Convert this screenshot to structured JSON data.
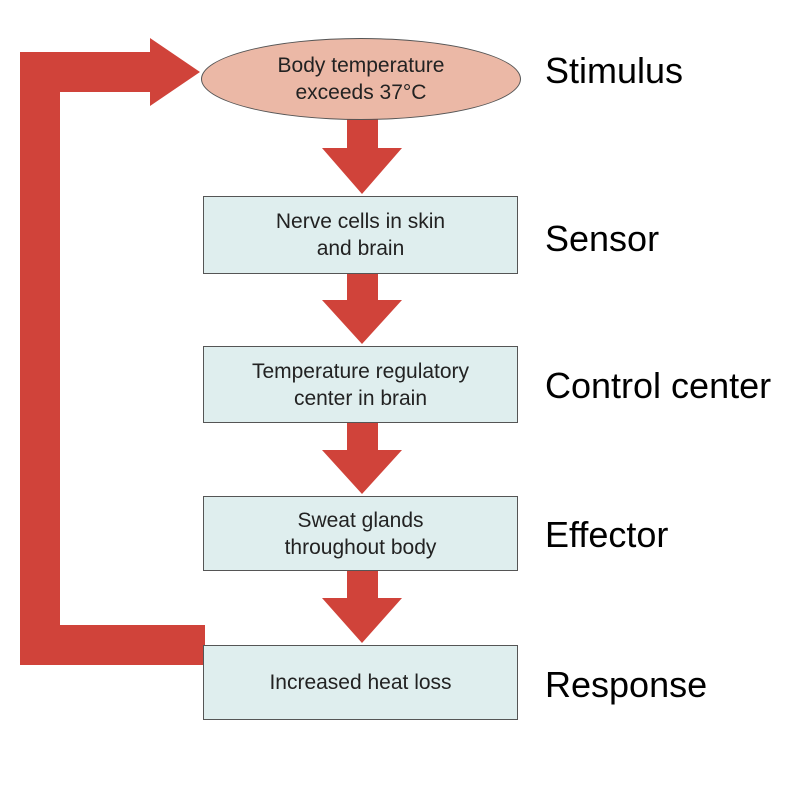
{
  "colors": {
    "arrow": "#d0433a",
    "stimulus_fill": "#ebb8a6",
    "box_fill": "#dfeeee",
    "border": "#555555"
  },
  "stimulus": {
    "line1": "Body temperature",
    "line2": "exceeds 37°C",
    "label": "Stimulus"
  },
  "sensor": {
    "line1": "Nerve cells in skin",
    "line2": "and brain",
    "label": "Sensor"
  },
  "control_center": {
    "line1": "Temperature regulatory",
    "line2": "center in brain",
    "label": "Control center"
  },
  "effector": {
    "line1": "Sweat glands",
    "line2": "throughout body",
    "label": "Effector"
  },
  "response": {
    "line1": "Increased heat loss",
    "label": "Response"
  }
}
